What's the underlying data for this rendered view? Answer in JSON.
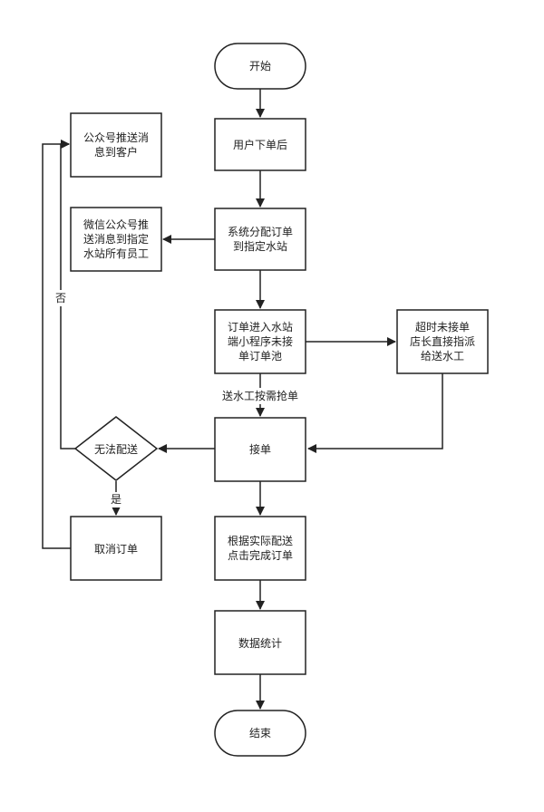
{
  "colors": {
    "stroke": "#222222",
    "fill": "#ffffff",
    "text": "#222222",
    "background": "#ffffff"
  },
  "nodes": {
    "start": [
      "开始"
    ],
    "user_order": [
      "用户下单后"
    ],
    "assign": [
      "系统分配订单",
      "到指定水站"
    ],
    "wechat_staff": [
      "微信公众号推",
      "送消息到指定",
      "水站所有员工"
    ],
    "order_pool": [
      "订单进入水站",
      "端小程序未接",
      "单订单池"
    ],
    "timeout": [
      "超时未接单",
      "店长直接指派",
      "给送水工"
    ],
    "push_customer": [
      "公众号推送消",
      "息到客户"
    ],
    "accept": [
      "接单"
    ],
    "cannot_deliver": [
      "无法配送"
    ],
    "cancel": [
      "取消订单"
    ],
    "complete": [
      "根据实际配送",
      "点击完成订单"
    ],
    "stats": [
      "数据统计"
    ],
    "end": [
      "结束"
    ]
  },
  "edge_labels": {
    "grab": "送水工按需抢单",
    "yes": "是",
    "no": "否"
  }
}
